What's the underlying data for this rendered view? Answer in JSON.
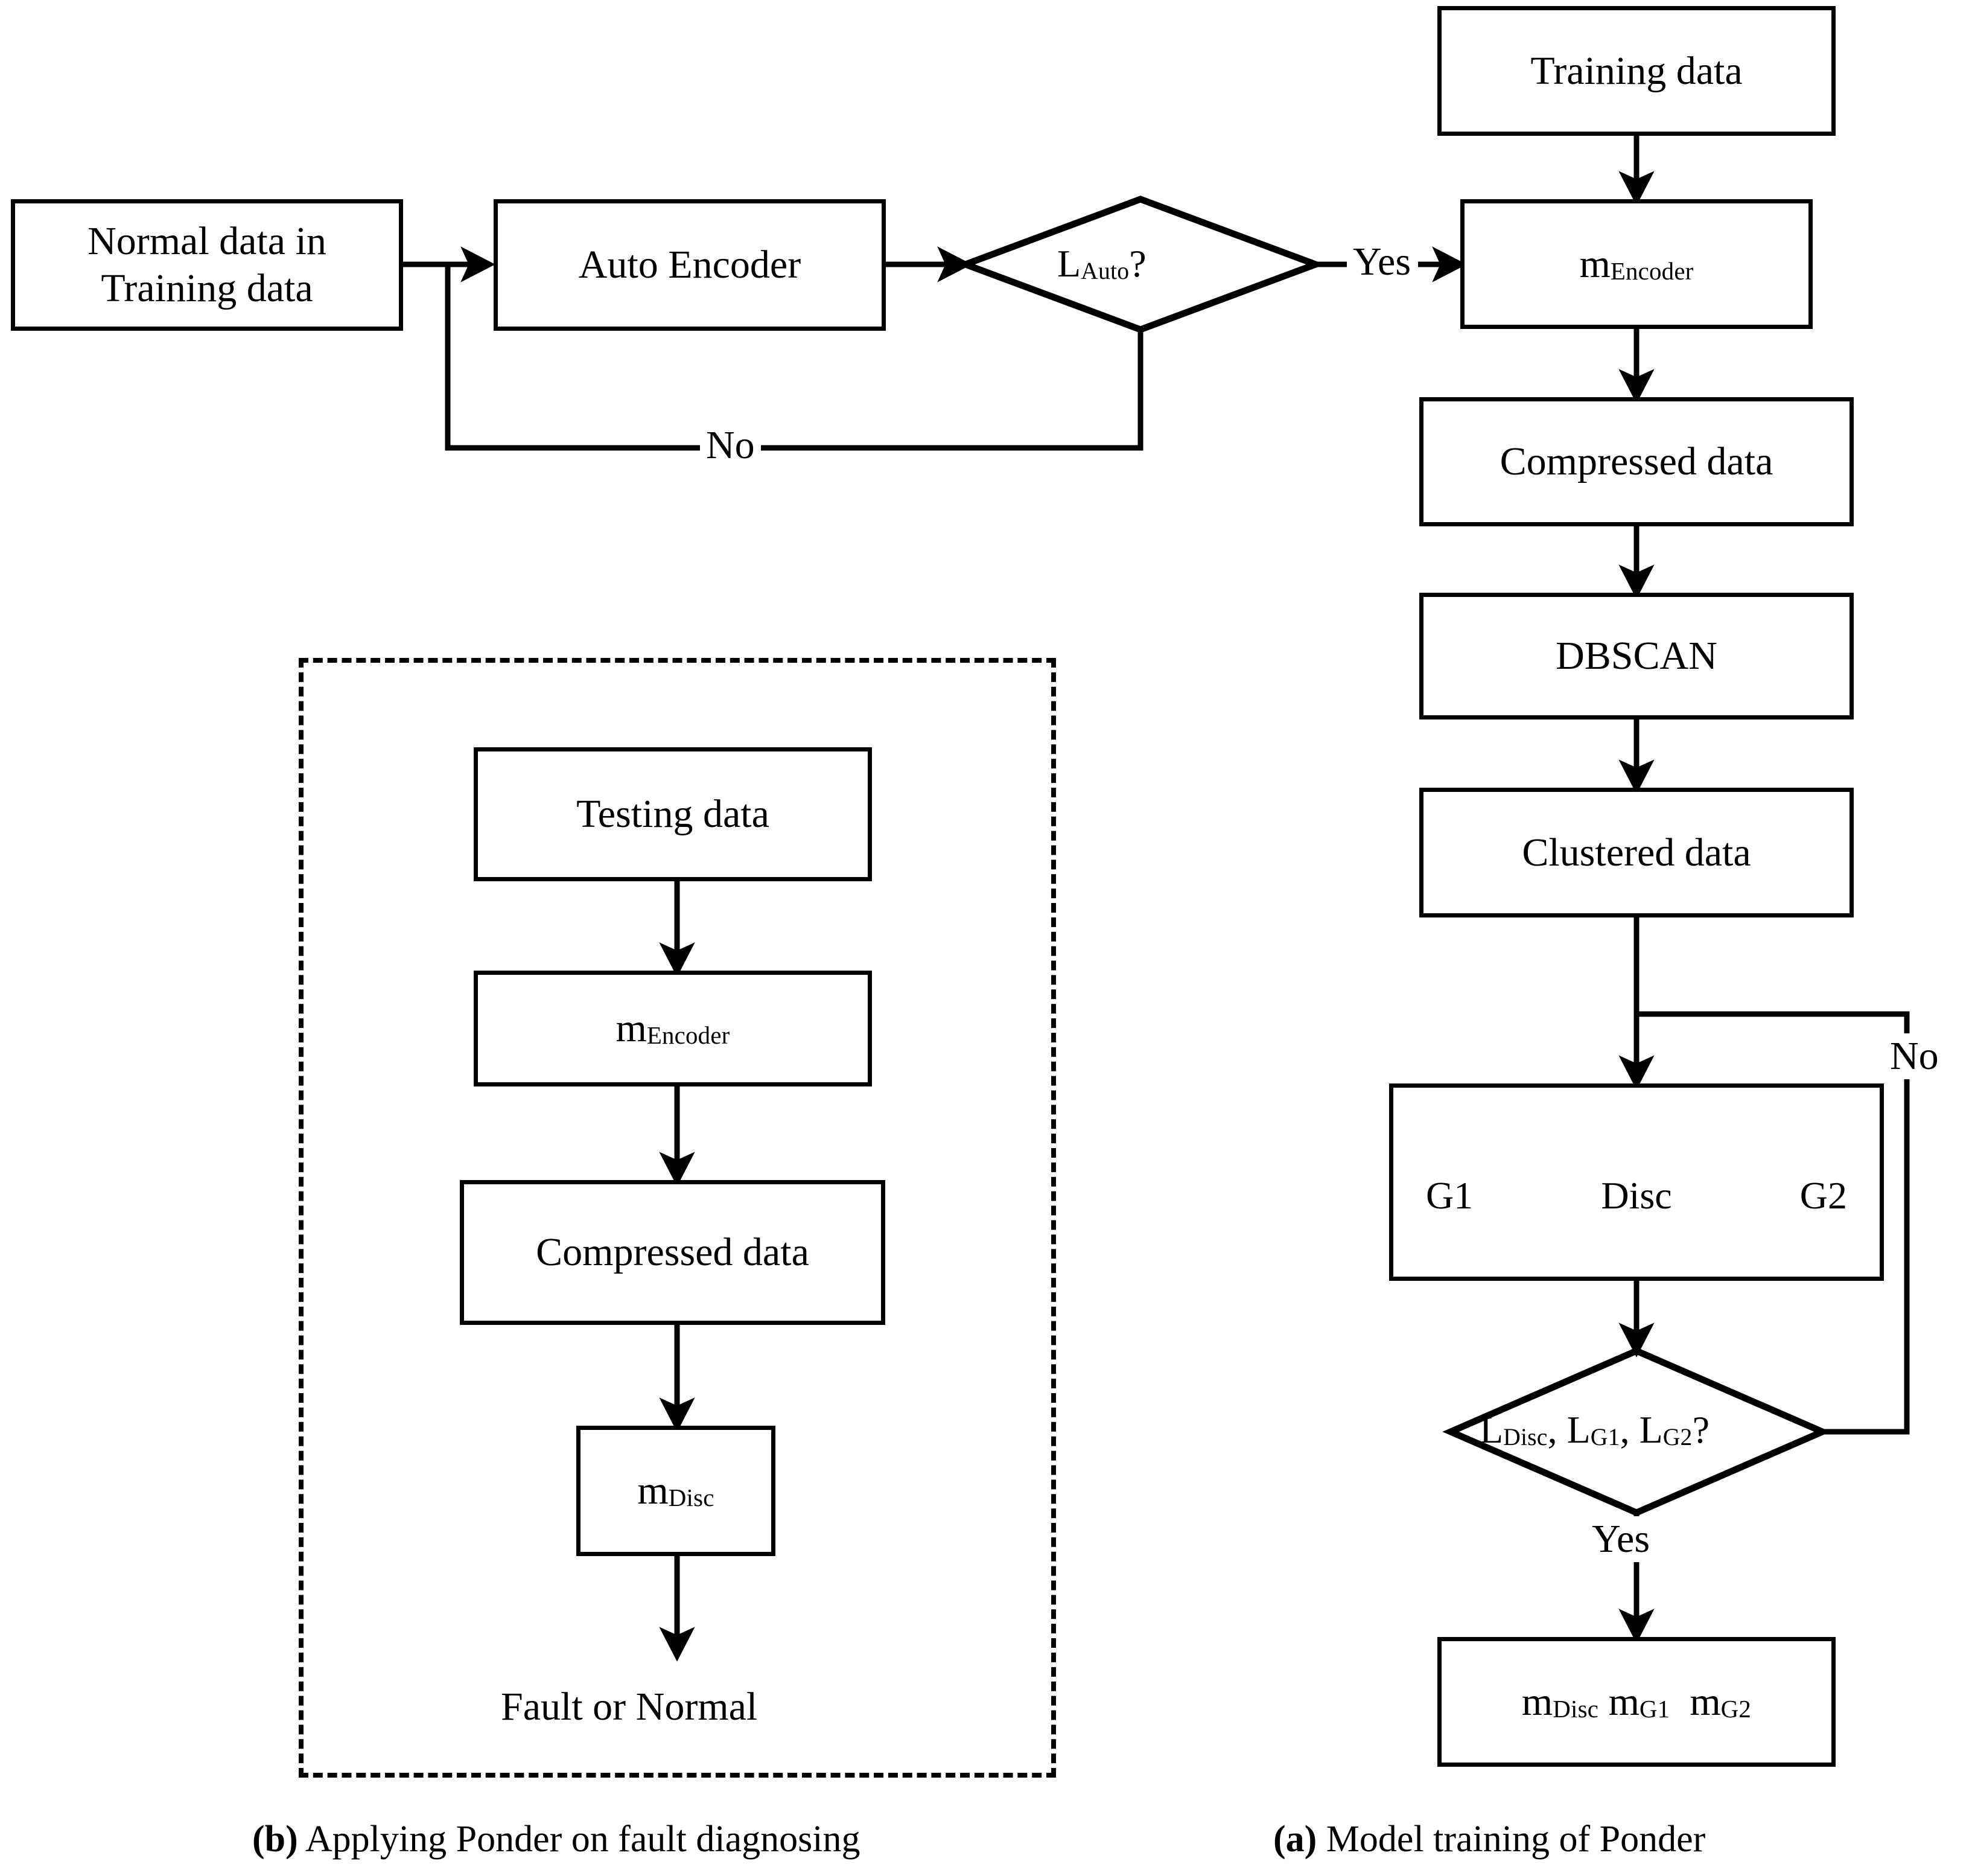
{
  "figure": {
    "type": "flowchart",
    "captions": {
      "panel_b": {
        "marker": "(b)",
        "text": " Applying Ponder on fault diagnosing"
      },
      "panel_a": {
        "marker": "(a)",
        "text": " Model training of Ponder"
      }
    }
  },
  "panel_a": {
    "nodes": {
      "training_data": "Training data",
      "m_encoder_base": "m",
      "m_encoder_sub": "Encoder",
      "compressed_data": "Compressed data",
      "dbscan": "DBSCAN",
      "clustered_data": "Clustered data",
      "gan_g1": "G1",
      "gan_disc": "Disc",
      "gan_g2": "G2",
      "models_out": [
        {
          "base": "m",
          "sub": "Disc"
        },
        {
          "base": "m",
          "sub": "G1"
        },
        {
          "base": "m",
          "sub": "G2"
        }
      ]
    },
    "decision": {
      "base": "L",
      "parts": [
        {
          "base": "L",
          "sub": "Disc"
        },
        {
          "base": "L",
          "sub": "G1"
        },
        {
          "base": "L",
          "sub": "G2"
        }
      ],
      "suffix": "?"
    },
    "edge_labels": {
      "no": "No",
      "yes": "Yes"
    }
  },
  "panel_left": {
    "nodes": {
      "normal_data_line1": "Normal data in",
      "normal_data_line2": "Training data",
      "auto_encoder": "Auto Encoder"
    },
    "decision": {
      "base": "L",
      "sub": "Auto",
      "suffix": "?"
    },
    "edge_labels": {
      "no": "No",
      "yes": "Yes"
    }
  },
  "panel_b": {
    "nodes": {
      "testing_data": "Testing data",
      "m_encoder_base": "m",
      "m_encoder_sub": "Encoder",
      "compressed_data": "Compressed data",
      "m_disc_base": "m",
      "m_disc_sub": "Disc",
      "outcome": "Fault or Normal"
    }
  },
  "colors": {
    "stroke": "#000000",
    "gan_arrow": "#808080",
    "background": "#ffffff"
  }
}
